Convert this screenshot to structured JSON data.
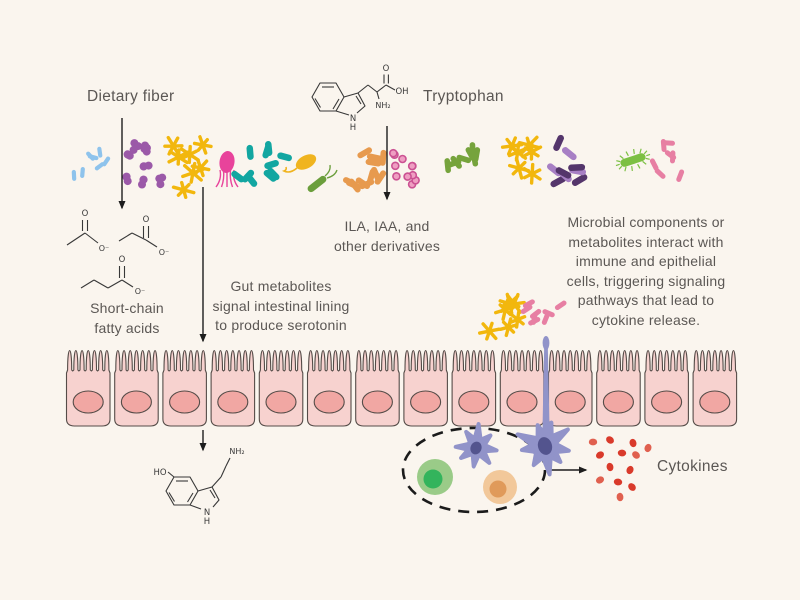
{
  "palette": {
    "background": "#faf5ee",
    "text": "#5b5754",
    "line": "#1d1d1d",
    "cell_body": "#f7d2cf",
    "cell_nucleus": "#f1a7a3",
    "cell_outline": "#554c48",
    "immune_purple": "#9193c9",
    "immune_purple_dark": "#53548e",
    "immune_green": "#9acb88",
    "immune_green_dark": "#33b45c",
    "immune_orange": "#f2c89a",
    "immune_orange_dark": "#e09a5a",
    "cytokine_red": "#d93a2b",
    "cytokine_red_light": "#e0604f"
  },
  "labels": {
    "dietary_fiber": "Dietary fiber",
    "tryptophan": "Tryptophan",
    "ila_iaa": "ILA, IAA, and\nother derivatives",
    "scfa": "Short-chain\nfatty acids",
    "gut_metabolites": "Gut metabolites\nsignal intestinal lining\nto produce serotonin",
    "microbial": "Microbial components or\nmetabolites interact with\nimmune and epithelial\ncells, triggering signaling\npathways that lead to\ncytokine release.",
    "cytokines": "Cytokines"
  },
  "molecules": {
    "tryptophan": {
      "o": "O",
      "oh": "OH",
      "nh2": "NH₂",
      "n": "N",
      "h": "H"
    },
    "acetate": {
      "o": "O",
      "o_minus": "O⁻"
    },
    "propionate": {
      "o": "O",
      "o_minus": "O⁻"
    },
    "butyrate": {
      "o": "O",
      "o_minus": "O⁻"
    },
    "serotonin": {
      "ho": "HO",
      "nh2": "NH₂",
      "n": "N",
      "h": "H"
    }
  },
  "figure": {
    "epithelium_cells": 14,
    "cytokine_dots": 13,
    "microbes": [
      {
        "name": "blue-rods",
        "color": "#8ec3ec"
      },
      {
        "name": "purple-cocci",
        "color": "#9b59a8"
      },
      {
        "name": "gold-branched",
        "color": "#f2b70d"
      },
      {
        "name": "magenta-flagellate",
        "color": "#e8439b"
      },
      {
        "name": "teal-rods",
        "color": "#12a6a1"
      },
      {
        "name": "gold-flagellate",
        "color": "#f0b41f"
      },
      {
        "name": "green-flagellate",
        "color": "#6b9e3c"
      },
      {
        "name": "orange-rods",
        "color": "#e79a4e"
      },
      {
        "name": "pink-cocci",
        "color": "#ef9ec2",
        "color2": "#cb5192"
      },
      {
        "name": "green-rods",
        "color": "#76a33c"
      },
      {
        "name": "gold-star",
        "color": "#f2b70d"
      },
      {
        "name": "darkpurple-rods",
        "color": "#54356b",
        "color2": "#a77fc4"
      },
      {
        "name": "lightgreen-ciliate",
        "color": "#7cc043"
      },
      {
        "name": "rose-rods",
        "color": "#e77fa3"
      },
      {
        "name": "gold-star-2",
        "color": "#f2b70d"
      },
      {
        "name": "rose-rods-2",
        "color": "#e77fa3"
      }
    ]
  }
}
